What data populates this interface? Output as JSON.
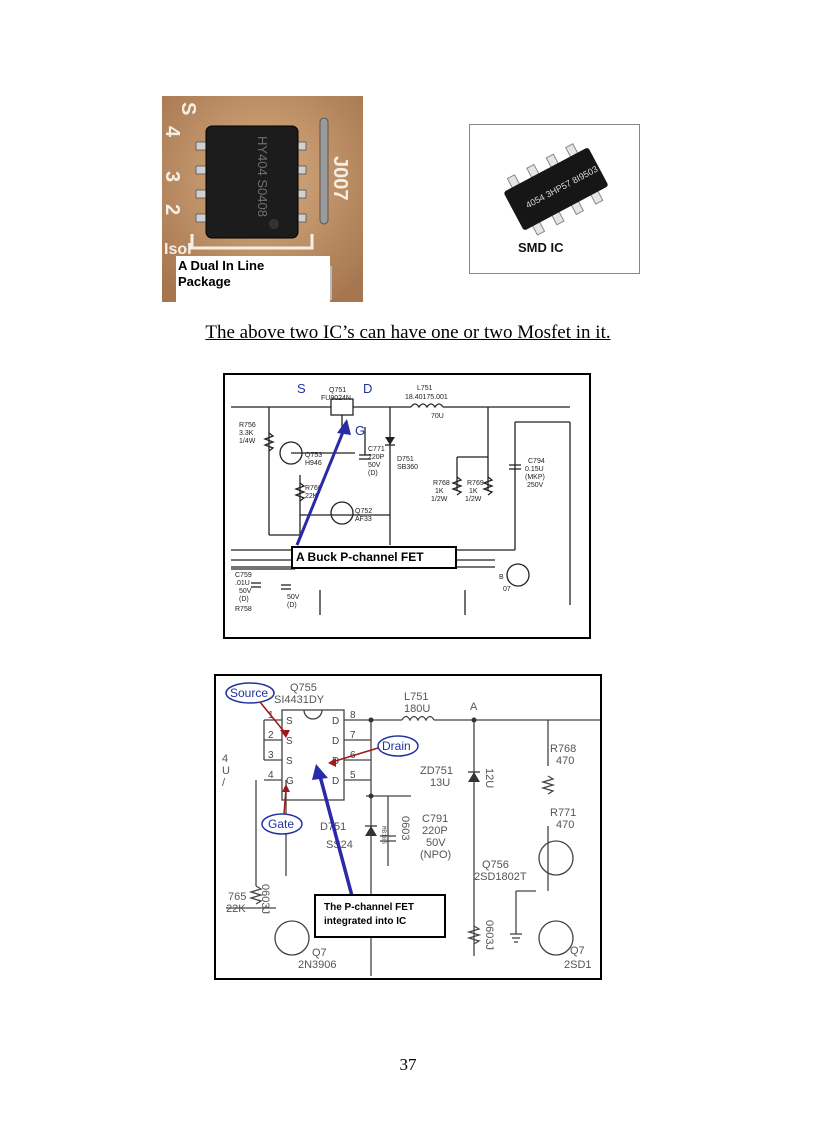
{
  "dip": {
    "label_line1": "A Dual In Line",
    "label_line2": "Package",
    "chip_marking": "HY404 S0408",
    "pcb_marks": [
      "S",
      "4",
      "3",
      "2",
      "J007",
      "IsoI"
    ]
  },
  "smd": {
    "label": "SMD IC",
    "chip_marking": "4054 3HP57 8I9503"
  },
  "caption": "The above two IC’s can have one or two Mosfet in it.",
  "fig1": {
    "label": "A Buck P-channel FET",
    "pins": {
      "s": "S",
      "d": "D",
      "g": "G"
    },
    "parts": {
      "q751": "Q751",
      "q751_type": "FU9024N",
      "l751": "L751",
      "l751_val": "18.40175.001",
      "l751_val2": "70U",
      "r756": "R756",
      "r756_val": "3.3K",
      "r756_val2": "1/4W",
      "q753": "Q753",
      "q753_type": "H946",
      "c771": "C771",
      "c771_val": "220P",
      "c771_val2": "50V",
      "c771_val3": "(D)",
      "d751": "D751",
      "d751_type": "SB360",
      "r766": "R766",
      "r766_val": "22K",
      "q752": "Q752",
      "q752_type": "AF33",
      "r768": "R768",
      "r768_val": "1K",
      "r768_val2": "1/2W",
      "r769": "R769",
      "r769_val": "1K",
      "r769_val2": "1/2W",
      "c794": "C794",
      "c794_val": "0.15U",
      "c794_val2": "(MKP)",
      "c794_val3": "250V",
      "c759": "C759",
      "c759_val": ".01U",
      "c759_val2": "50V",
      "c759_val3": "(D)",
      "r758": "R758",
      "c_50v": "50V",
      "c_d": "(D)",
      "q_right": "07",
      "q_right_pin": "B"
    }
  },
  "fig2": {
    "source": "Source",
    "drain": "Drain",
    "gate": "Gate",
    "label_line1": "The P-channel FET",
    "label_line2": "integrated into IC",
    "ic_ref": "Q755",
    "ic_type": "SI4431DY",
    "pin_letters": [
      "S",
      "S",
      "S",
      "G",
      "D",
      "D",
      "D",
      "D"
    ],
    "pin_numbers": [
      "1",
      "2",
      "3",
      "4",
      "8",
      "7",
      "6",
      "5"
    ],
    "l751": "L751",
    "l751_val": "180U",
    "node_a": "A",
    "r768": "R768",
    "r768_val": "470",
    "zd751": "ZD751",
    "zd751_val": "13U",
    "zd_side": "12U",
    "d751": "D751",
    "d751_type": "SS24",
    "d751_side": "MB10S",
    "d751_pkg": "0603",
    "c791": "C791",
    "c791_val": "220P",
    "c791_val2": "50V",
    "c791_val3": "(NPO)",
    "r771": "R771",
    "r771_val": "470",
    "q756": "Q756",
    "q756_type": "2SD1802T",
    "r765": "765",
    "r765_val": "22K",
    "r765_pkg": "0603J",
    "q_left": "Q7",
    "q_left_type": "2N3906",
    "r_pkg2": "0603J",
    "q_right": "Q7",
    "q_right_type": "2SD1",
    "left_marks": [
      "4",
      "U",
      "/"
    ]
  },
  "page_number": "37"
}
